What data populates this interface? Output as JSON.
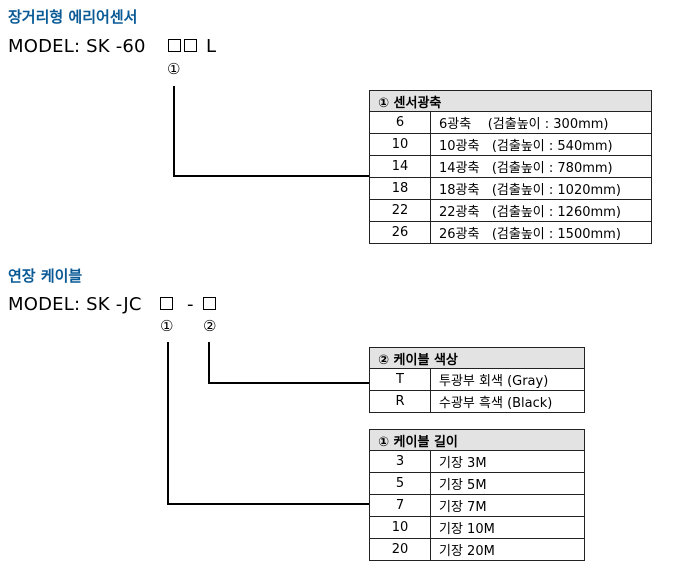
{
  "section1": {
    "title": "장거리형 에리어센서",
    "model_prefix": "MODEL: SK -60",
    "model_suffix": "L",
    "marker": "①",
    "table": {
      "header": "① 센서광축",
      "rows": [
        {
          "code": "6",
          "desc": "6광축    (검출높이 : 300mm)"
        },
        {
          "code": "10",
          "desc": "10광축   (검출높이 : 540mm)"
        },
        {
          "code": "14",
          "desc": "14광축   (검출높이 : 780mm)"
        },
        {
          "code": "18",
          "desc": "18광축   (검출높이 : 1020mm)"
        },
        {
          "code": "22",
          "desc": "22광축   (검출높이 : 1260mm)"
        },
        {
          "code": "26",
          "desc": "26광축   (검출높이 : 1500mm)"
        }
      ]
    }
  },
  "section2": {
    "title": "연장 케이블",
    "model_prefix": "MODEL: SK -JC",
    "model_dash": "-",
    "marker1": "①",
    "marker2": "②",
    "color_table": {
      "header": "② 케이블 색상",
      "rows": [
        {
          "code": "T",
          "desc": "투광부 회색 (Gray)"
        },
        {
          "code": "R",
          "desc": "수광부 흑색 (Black)"
        }
      ]
    },
    "length_table": {
      "header": "① 케이블 길이",
      "rows": [
        {
          "code": "3",
          "desc": "기장 3M"
        },
        {
          "code": "5",
          "desc": "기장 5M"
        },
        {
          "code": "7",
          "desc": "기장 7M"
        },
        {
          "code": "10",
          "desc": "기장 10M"
        },
        {
          "code": "20",
          "desc": "기장 20M"
        }
      ]
    }
  }
}
